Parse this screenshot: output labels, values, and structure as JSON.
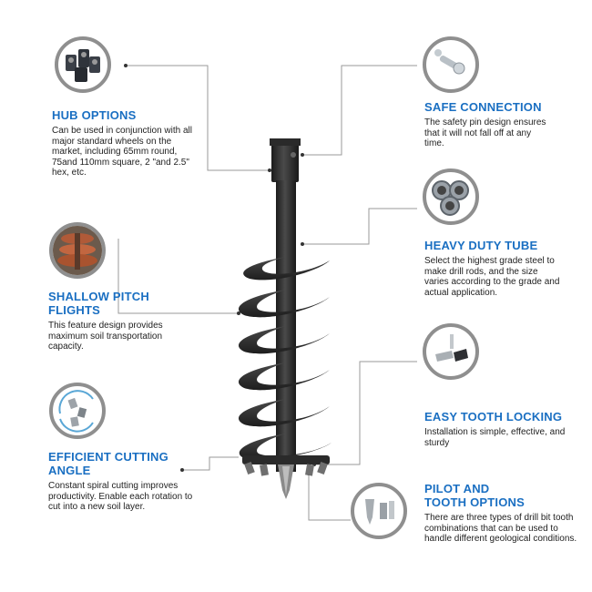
{
  "features": {
    "hub_options": {
      "title": "HUB OPTIONS",
      "desc": "Can be used in conjunction with all major standard wheels on the market, including 65mm round, 75and 110mm square, 2 \"and 2.5\" hex, etc.",
      "icon": "hub-sockets-icon"
    },
    "safe_connection": {
      "title": "SAFE CONNECTION",
      "desc": "The safety pin design ensures that it will not fall off at any time.",
      "icon": "safety-pin-bolt-icon"
    },
    "heavy_duty_tube": {
      "title": "HEAVY DUTY TUBE",
      "desc": "Select the highest grade steel to make drill rods, and the size varies according to the grade and actual application.",
      "icon": "steel-tubes-icon"
    },
    "shallow_pitch": {
      "title_line1": "SHALLOW PITCH",
      "title_line2": "FLIGHTS",
      "desc": "This feature design provides maximum soil transportation capacity.",
      "icon": "soil-flights-icon"
    },
    "easy_tooth": {
      "title": "EASY TOOTH LOCKING",
      "desc": "Installation is simple, effective, and sturdy",
      "icon": "tooth-lock-icon"
    },
    "cutting_angle": {
      "title_line1": "EFFICIENT CUTTING",
      "title_line2": "ANGLE",
      "desc": "Constant spiral cutting improves productivity. Enable each rotation to cut into a new soil layer.",
      "icon": "cutting-teeth-icon"
    },
    "pilot_tooth": {
      "title_line1": "PILOT AND",
      "title_line2": "TOOTH OPTIONS",
      "desc": "There are three types of drill bit tooth combinations that can be used to handle different geological conditions.",
      "icon": "pilot-bit-icon"
    }
  },
  "colors": {
    "accent": "#1a6fc2",
    "ring": "#8f8f8f",
    "auger": "#2b2b2b",
    "leader": "#9a9a9a"
  }
}
